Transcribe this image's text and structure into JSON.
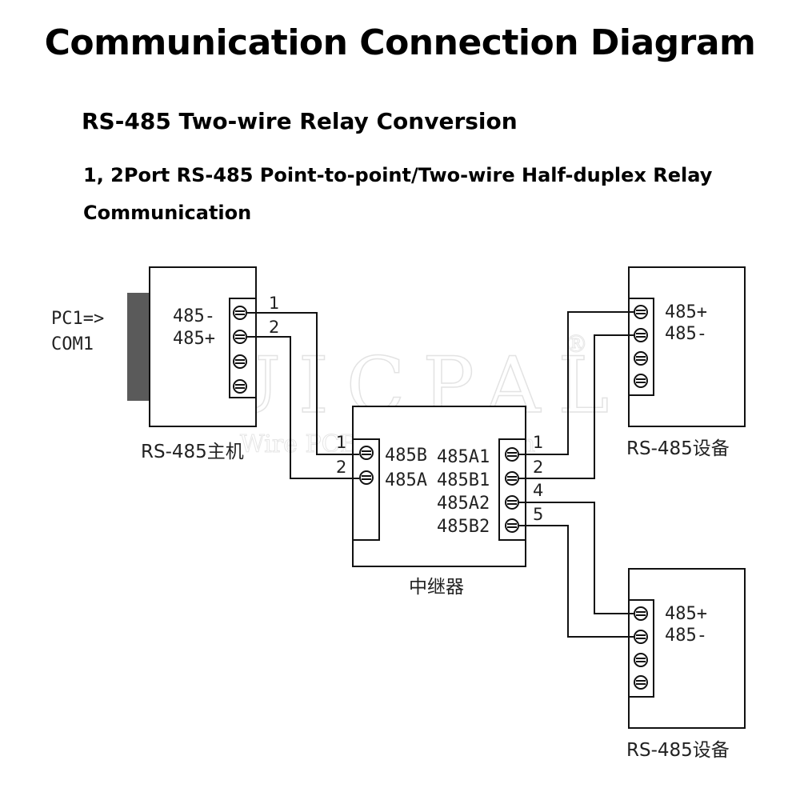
{
  "title": "Communication Connection Diagram",
  "subtitle": "RS-485 Two-wire Relay Conversion",
  "description": "1,  2Port RS-485 Point-to-point/Two-wire Half-duplex Relay Communication",
  "watermark": {
    "brand": "UICPAL",
    "registered": "®",
    "sub": "Wire PCB Wire Diagram"
  },
  "host": {
    "pc_label_line1": "PC1=>",
    "pc_label_line2": "COM1",
    "pin_minus": "485-",
    "pin_plus": "485+",
    "caption": "RS-485主机"
  },
  "relay": {
    "caption": "中继器",
    "in_pin_b": "485B",
    "in_pin_a": "485A",
    "out_pins": [
      "485A1",
      "485B1",
      "485A2",
      "485B2"
    ]
  },
  "device_top": {
    "pin_plus": "485+",
    "pin_minus": "485-",
    "caption": "RS-485设备"
  },
  "device_bottom": {
    "pin_plus": "485+",
    "pin_minus": "485-",
    "caption": "RS-485设备"
  },
  "wire_numbers": {
    "host_1": "1",
    "host_2": "2",
    "relay_in_1": "1",
    "relay_in_2": "2",
    "relay_out_1": "1",
    "relay_out_2": "2",
    "relay_out_4": "4",
    "relay_out_5": "5"
  }
}
